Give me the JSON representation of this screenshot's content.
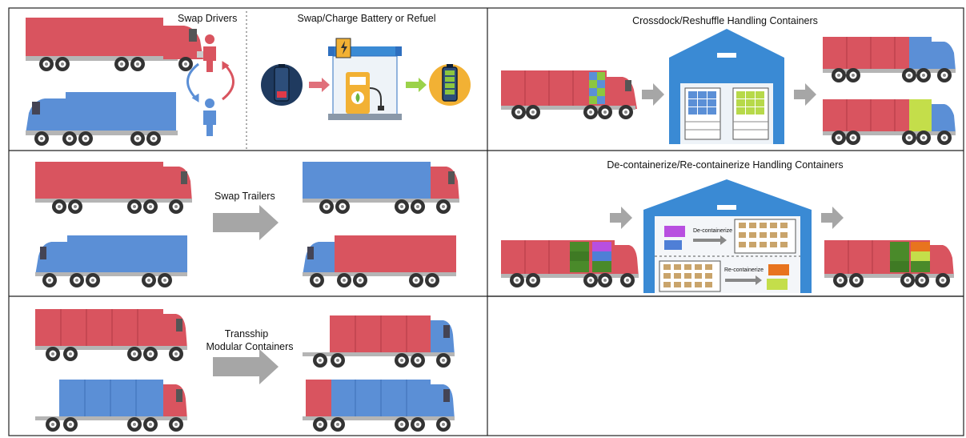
{
  "panels": {
    "swap_drivers": {
      "label": "Swap Drivers"
    },
    "battery": {
      "label": "Swap/Charge Battery or Refuel"
    },
    "crossdock": {
      "label": "Crossdock/Reshuffle Handling Containers"
    },
    "swap_trailers": {
      "label": "Swap Trailers"
    },
    "decontainerize": {
      "label": "De-containerize/Re-containerize Handling Containers",
      "decon_label": "De-containerize",
      "recon_label": "Re-containerize"
    },
    "tranship": {
      "label_line1": "Transship",
      "label_line2": "Modular Containers"
    }
  },
  "colors": {
    "trailer_red": "#d9545f",
    "trailer_blue": "#5b8fd6",
    "cab_red": "#d9545f",
    "cab_blue": "#5b8fd6",
    "warehouse_blue": "#3a8ad4",
    "arrow_gray": "#a6a6a6",
    "battery_low": "#e03a48",
    "battery_full": "#8cc63f",
    "container_green": "#8cc63f",
    "container_dark_green": "#4a8a2a",
    "container_orange": "#e8741e",
    "container_purple": "#b84fe0",
    "box_brown": "#c9a46b"
  }
}
